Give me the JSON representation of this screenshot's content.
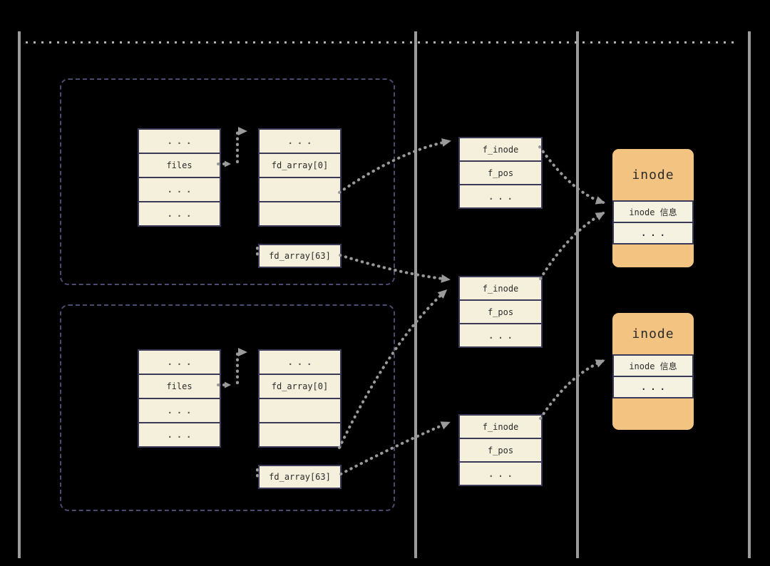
{
  "colors": {
    "background": "#000000",
    "cell_fill": "#f5f0dc",
    "cell_border": "#3a3a58",
    "inode_fill": "#f2c381",
    "arrow_gray": "#9a9a9a",
    "divider_gray": "#9b9b9b",
    "process_border": "#4b4b70",
    "text": "#2b2b2b"
  },
  "process1": {
    "task_table": [
      "...",
      "files",
      "...",
      "..."
    ],
    "fd_table": [
      "...",
      "fd_array[0]",
      "",
      ""
    ],
    "fd63": "fd_array[63]"
  },
  "process2": {
    "task_table": [
      "...",
      "files",
      "...",
      "..."
    ],
    "fd_table": [
      "...",
      "fd_array[0]",
      "",
      ""
    ],
    "fd63": "fd_array[63]"
  },
  "file_objects": {
    "fo1": [
      "f_inode",
      "f_pos",
      "..."
    ],
    "fo2": [
      "f_inode",
      "f_pos",
      "..."
    ],
    "fo3": [
      "f_inode",
      "f_pos",
      "..."
    ]
  },
  "inode1": {
    "title": "inode",
    "rows": [
      "inode 信息",
      "..."
    ]
  },
  "inode2": {
    "title": "inode",
    "rows": [
      "inode 信息",
      "..."
    ]
  }
}
